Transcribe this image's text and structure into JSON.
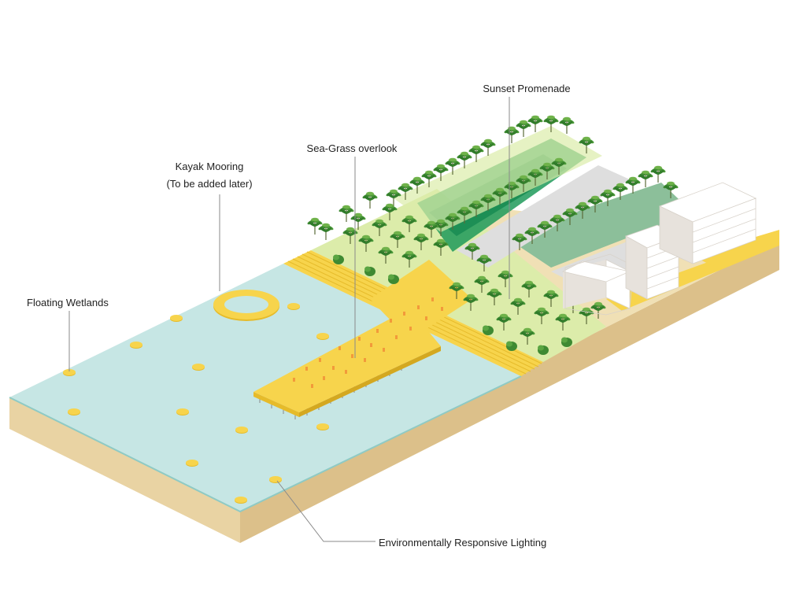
{
  "labels": {
    "floating_wetlands": "Floating Wetlands",
    "kayak_mooring": "Kayak Mooring",
    "kayak_mooring_note": "(To be added later)",
    "sea_grass_overlook": "Sea-Grass overlook",
    "sunset_promenade": "Sunset Promenade",
    "lighting": "Environmentally Responsive Lighting"
  },
  "colors": {
    "water": "#c6e6e4",
    "water_edge": "#8fcac4",
    "ground_top": "#f0e0b5",
    "ground_side_left": "#e9d3a3",
    "ground_side_right": "#dcc08a",
    "deck": "#f7d44c",
    "deck_dark": "#e6bb2a",
    "lawn": "#dcecaa",
    "green_field": "#1f9a5a",
    "sage_field": "#8cbf9a",
    "road": "#dedede",
    "tree": "#3e8a32",
    "tree_light": "#6fb24a",
    "building": "#ffffff",
    "building_shade": "#e7e2dc",
    "lantern": "#f29a3a",
    "leader": "#8a8a8a"
  }
}
